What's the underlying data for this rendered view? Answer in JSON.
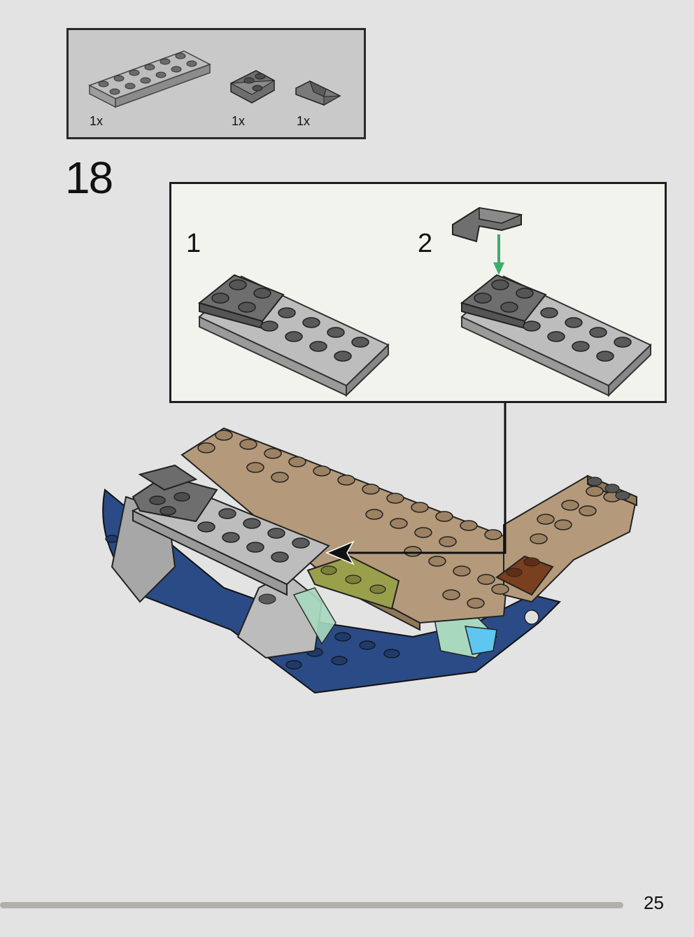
{
  "step": {
    "number": "18"
  },
  "parts_list": {
    "items": [
      {
        "part": "light-gray-plate-2x6-icon",
        "qty": "1x"
      },
      {
        "part": "dark-gray-wedge-plate-icon",
        "qty": "1x"
      },
      {
        "part": "dark-gray-slope-brick-icon",
        "qty": "1x"
      }
    ]
  },
  "sub_assembly": {
    "steps": [
      {
        "number": "1"
      },
      {
        "number": "2"
      }
    ]
  },
  "progress": {
    "fraction": 0.9
  },
  "page": {
    "number": "25"
  },
  "colors": {
    "background": "#e3e3e3",
    "parts_box_bg": "#c9c9c9",
    "sub_box_bg": "#f3f3ee",
    "arrow_green": "#3dac6a",
    "tan": "#b49a7b",
    "dark_blue": "#2a4b85",
    "light_gray": "#b4b4b4",
    "dark_gray": "#6d6d6d"
  }
}
